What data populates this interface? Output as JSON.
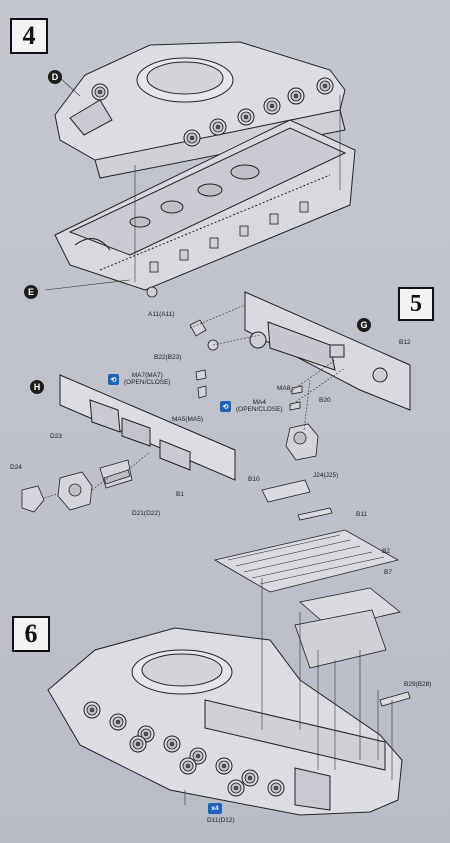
{
  "steps": {
    "step4": "4",
    "step5": "5",
    "step6": "6"
  },
  "callouts": {
    "d": "D",
    "e": "E",
    "g": "G",
    "h": "H"
  },
  "labels": {
    "a11": "A11(A11)",
    "b22": "B22(B23)",
    "ma7": "MA7(MA7)",
    "ma7_note": "(OPEN/CLOSE)",
    "ma5": "MA5(MA5)",
    "ma8": "MA8",
    "ma4": "MA4",
    "ma4_note": "(OPEN/CLOSE)",
    "b12": "B12",
    "b20": "B20",
    "d23": "D23",
    "d24": "D24",
    "b1": "B1",
    "d21": "D21(D22)",
    "j24": "J24(J25)",
    "b10": "B10",
    "b11": "B11",
    "b2": "B2",
    "b7": "B7",
    "b29": "B29(B28)",
    "d11": "D11(D12)",
    "x4": "x4"
  },
  "icons": {
    "movable": "rotate-arrows-icon",
    "quantity": "multiply-badge-icon"
  },
  "colors": {
    "paper": "#bfc2cb",
    "ink": "#222222",
    "badge_blue": "#1f63b8"
  }
}
